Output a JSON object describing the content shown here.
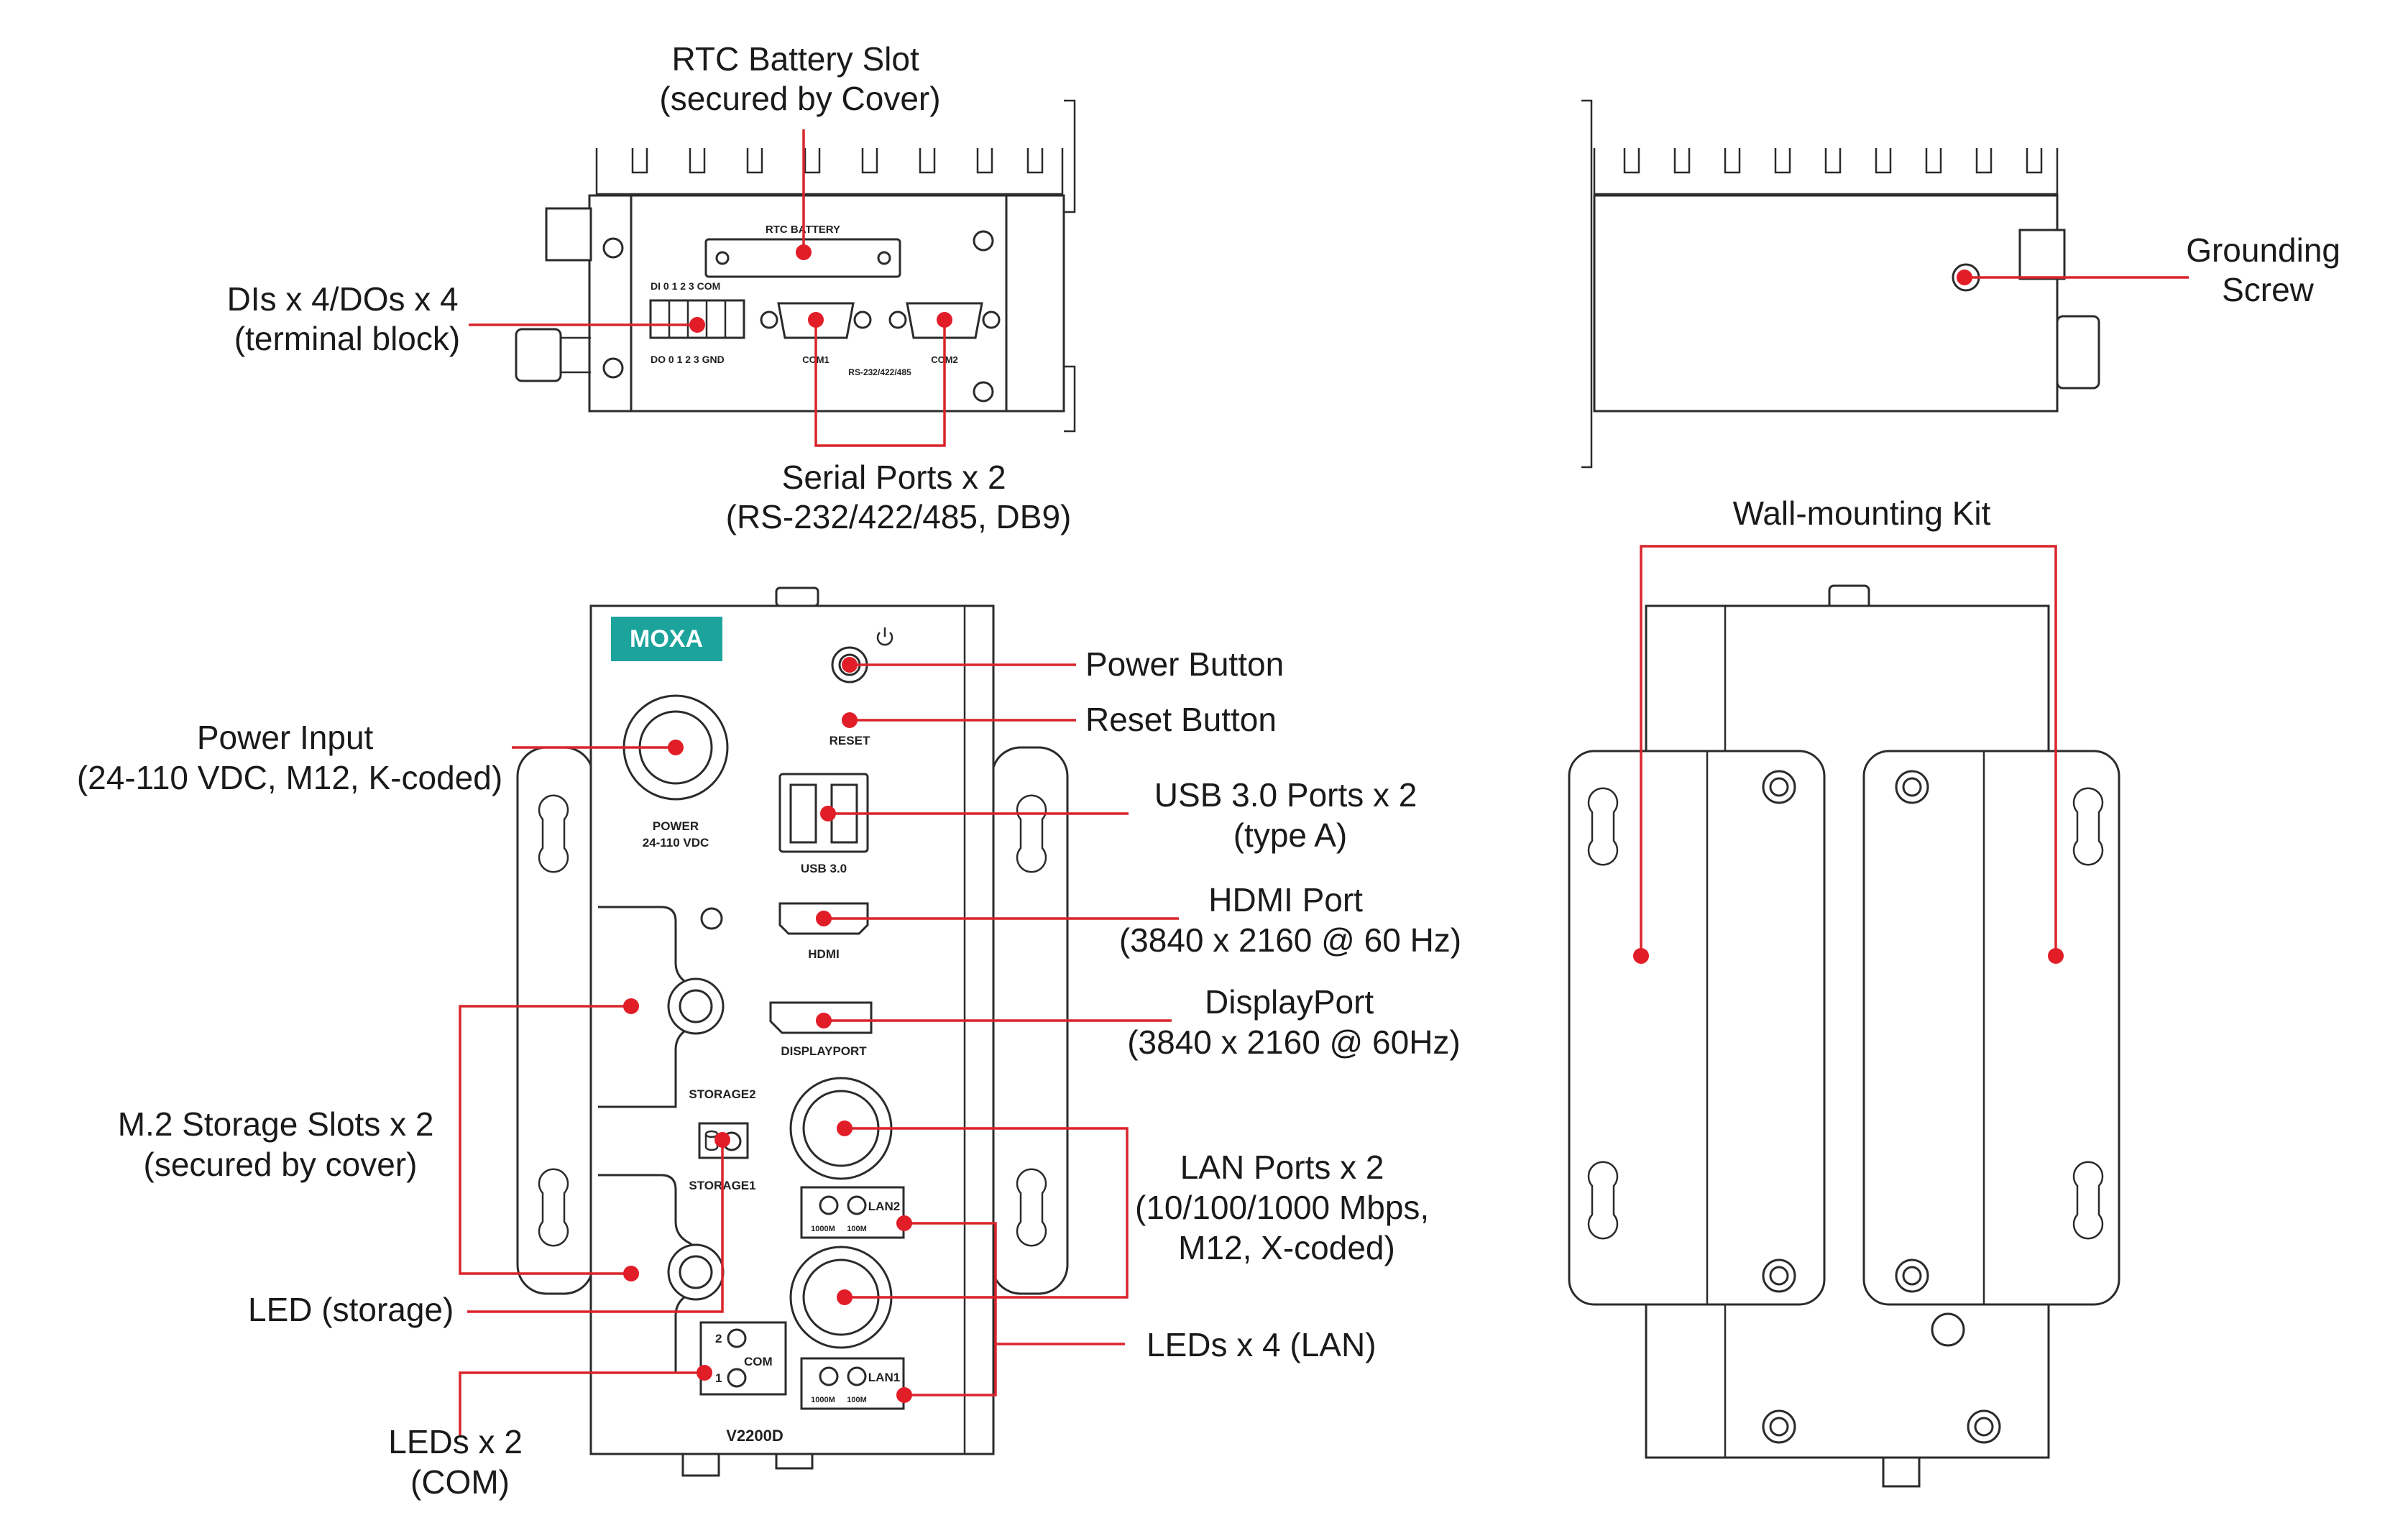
{
  "colors": {
    "callout": "#e11d27",
    "outline": "#2b2b2b",
    "brand": "#1ba39c"
  },
  "callouts": {
    "rtc_battery": [
      "RTC Battery Slot",
      "(secured by Cover)"
    ],
    "dio": [
      "DIs x 4/DOs x 4",
      "(terminal block)"
    ],
    "serial": [
      "Serial Ports x 2",
      "(RS-232/422/485, DB9)"
    ],
    "grounding": [
      "Grounding",
      "Screw"
    ],
    "wall_kit": [
      "Wall-mounting Kit"
    ],
    "power_button": [
      "Power Button"
    ],
    "reset_button": [
      "Reset Button"
    ],
    "power_input": [
      "Power Input",
      "(24-110 VDC, M12, K-coded)"
    ],
    "usb": [
      "USB 3.0 Ports x 2",
      "(type A)"
    ],
    "hdmi": [
      "HDMI Port",
      "(3840 x 2160 @ 60 Hz)"
    ],
    "displayport": [
      "DisplayPort",
      "(3840 x 2160 @ 60Hz)"
    ],
    "m2": [
      "M.2 Storage Slots x 2",
      "(secured by cover)"
    ],
    "lan": [
      "LAN Ports x 2",
      "(10/100/1000 Mbps,",
      "M12, X-coded)"
    ],
    "led_storage": [
      "LED (storage)"
    ],
    "leds_lan": [
      "LEDs x 4 (LAN)"
    ],
    "leds_com": [
      "LEDs x 2",
      "(COM)"
    ]
  },
  "device_labels": {
    "rtc_battery": "RTC BATTERY",
    "di_row": "DI   0   1   2   3  COM",
    "do_row": "DO  0   1   2   3   GND",
    "com1": "COM1",
    "com2": "COM2",
    "rs": "RS-232/422/485",
    "brand": "MOXA",
    "reset": "RESET",
    "power_1": "POWER",
    "power_2": "24-110 VDC",
    "usb": "USB 3.0",
    "hdmi": "HDMI",
    "displayport": "DISPLAYPORT",
    "storage2": "STORAGE2",
    "storage1": "STORAGE1",
    "lan2": "LAN2",
    "lan1": "LAN1",
    "speed_1000": "1000M",
    "speed_100": "100M",
    "com": "COM",
    "com_2": "2",
    "com_1": "1",
    "model": "V2200D"
  },
  "icons": [
    "power-symbol-icon",
    "storage-cylinder-icon"
  ]
}
